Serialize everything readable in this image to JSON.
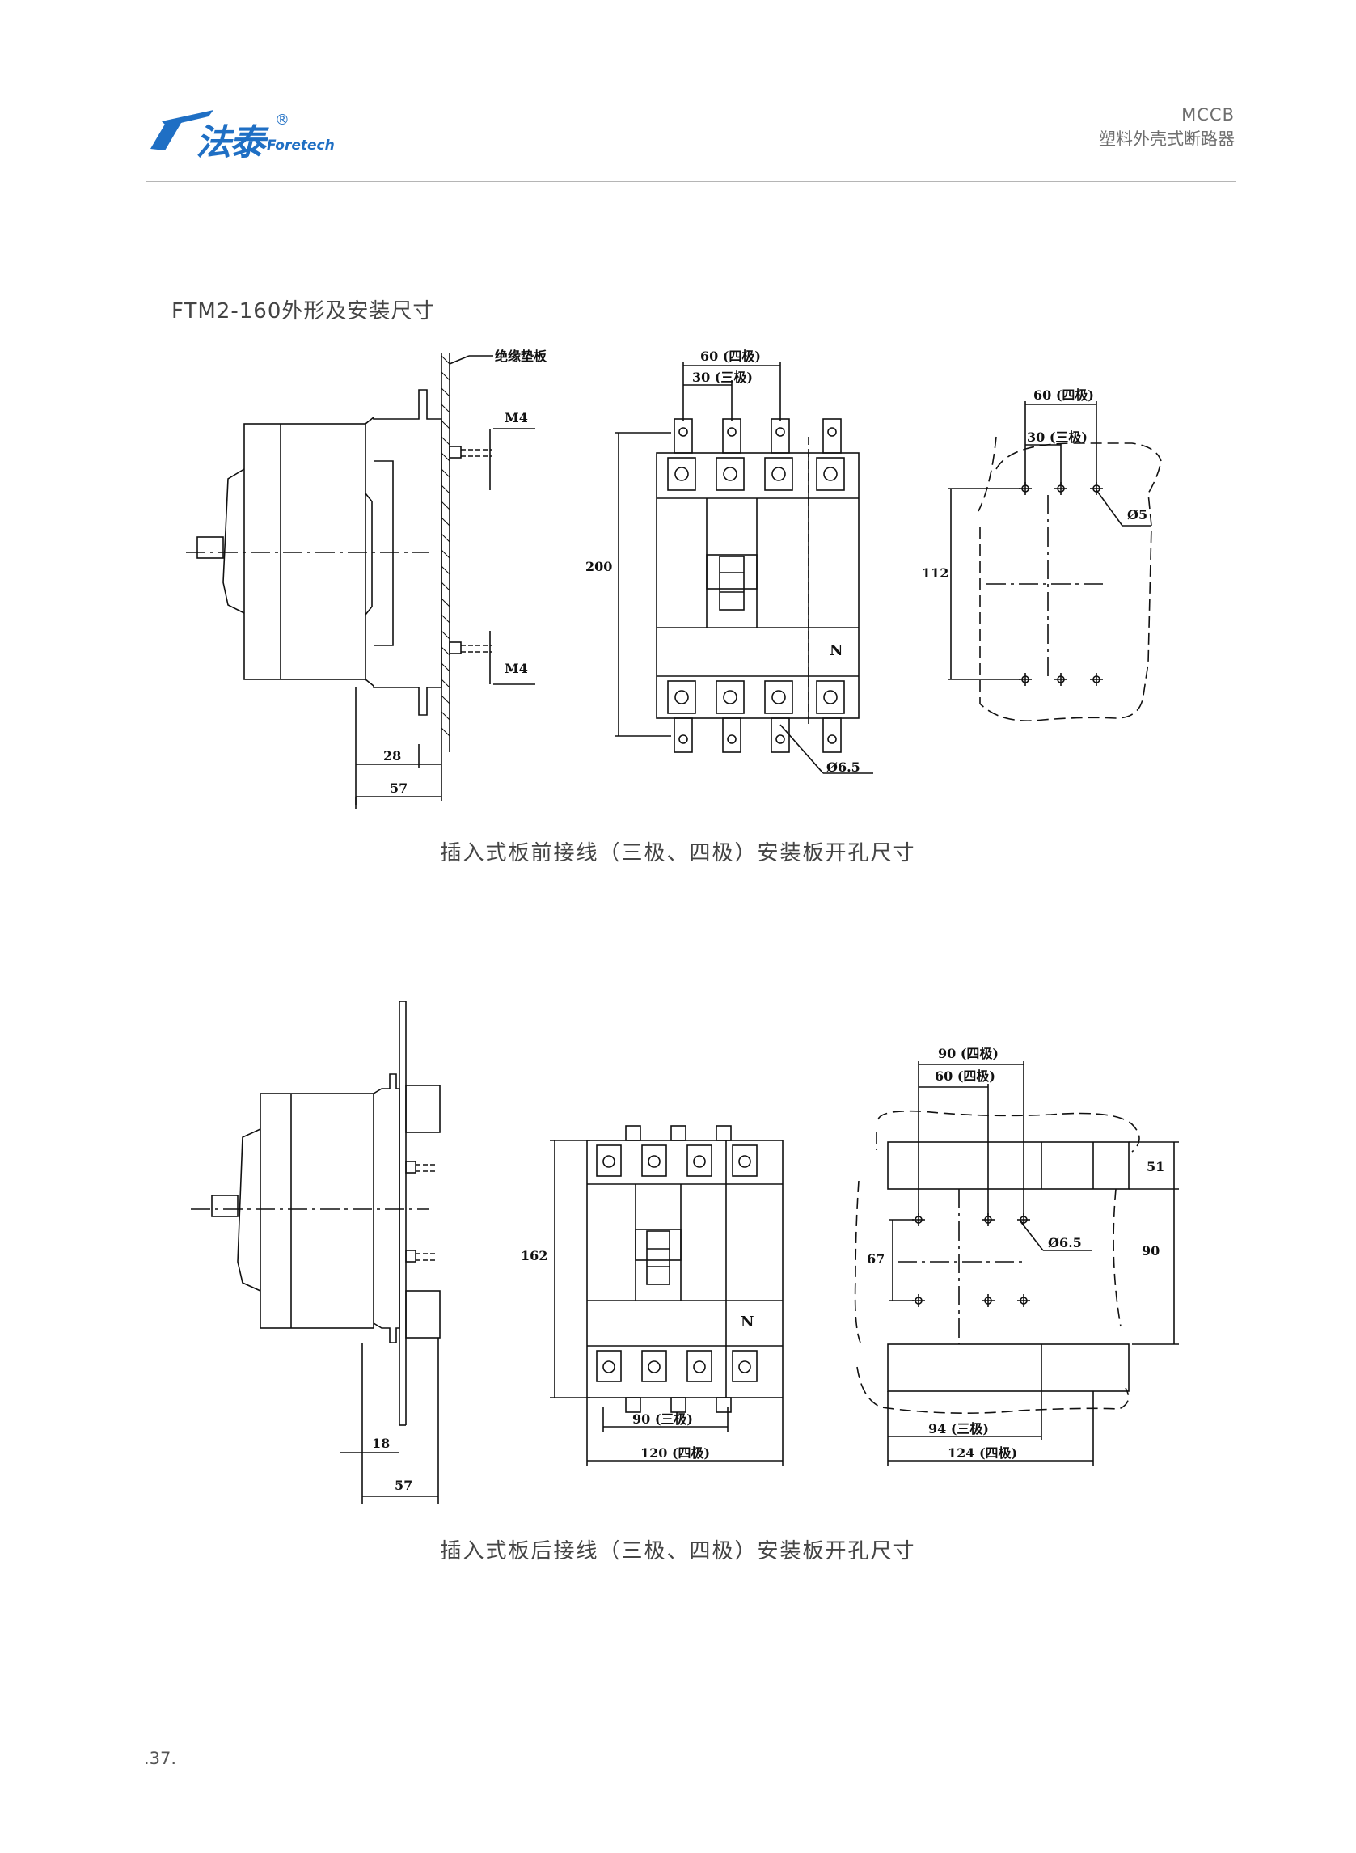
{
  "header": {
    "logo_cn": "法泰",
    "logo_en": "Foretech",
    "logo_reg": "®",
    "product_code": "MCCB",
    "product_name": "塑料外壳式断路器"
  },
  "section_title": "FTM2-160外形及安装尺寸",
  "diagram1": {
    "caption": "插入式板前接线（三极、四极）安装板开孔尺寸",
    "labels": {
      "insulation": "绝缘垫板",
      "m4_top": "M4",
      "m4_bottom": "M4",
      "d28": "28",
      "d57": "57",
      "w60": "60 (四极)",
      "w30": "30 (三极)",
      "h200": "200",
      "n": "N",
      "hole65": "Ø6.5",
      "cw60": "60 (四极)",
      "cw30": "30 (三极)",
      "hole5": "Ø5",
      "h112": "112"
    }
  },
  "diagram2": {
    "caption": "插入式板后接线（三极、四极）安装板开孔尺寸",
    "labels": {
      "d18": "18",
      "d57": "57",
      "h162": "162",
      "n": "N",
      "w90": "90 (三极)",
      "w120": "120 (四极)",
      "cw90": "90 (四极)",
      "cw60": "60 (四极)",
      "d51": "51",
      "hole65": "Ø6.5",
      "d67": "67",
      "d90": "90",
      "w94": "94 (三极)",
      "w124": "124 (四极)"
    }
  },
  "page_number": ".37."
}
